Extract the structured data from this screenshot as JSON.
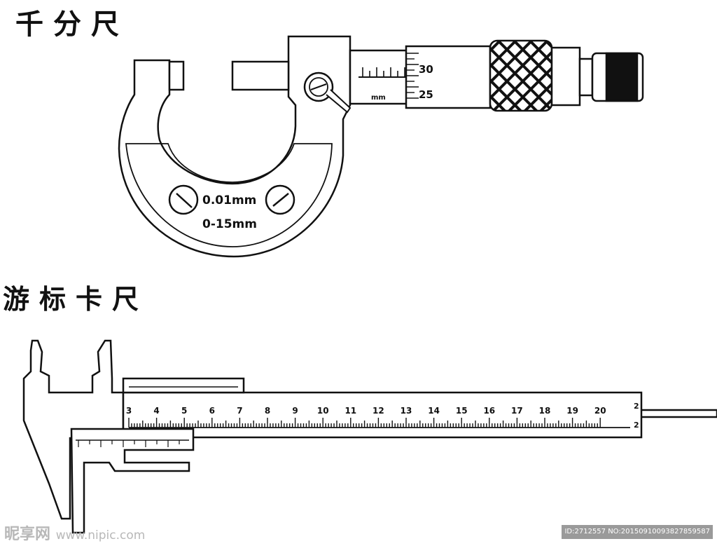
{
  "micrometer": {
    "title": "千分尺",
    "frame_text_resolution": "0.01mm",
    "frame_text_range": "0-15mm",
    "thimble_labels": [
      "30",
      "25"
    ],
    "sleeve_text": "mm"
  },
  "caliper": {
    "title": "游标卡尺",
    "main_scale_labels": [
      "3",
      "4",
      "5",
      "6",
      "7",
      "8",
      "9",
      "10",
      "11",
      "12",
      "13",
      "14",
      "15",
      "16",
      "17",
      "18",
      "19",
      "20"
    ],
    "end_labels": [
      "2",
      "2"
    ]
  },
  "watermark": {
    "brand": "昵享网",
    "site": "www.nipic.com",
    "id_text": "ID:2712557 NO:20150910093827859587"
  }
}
